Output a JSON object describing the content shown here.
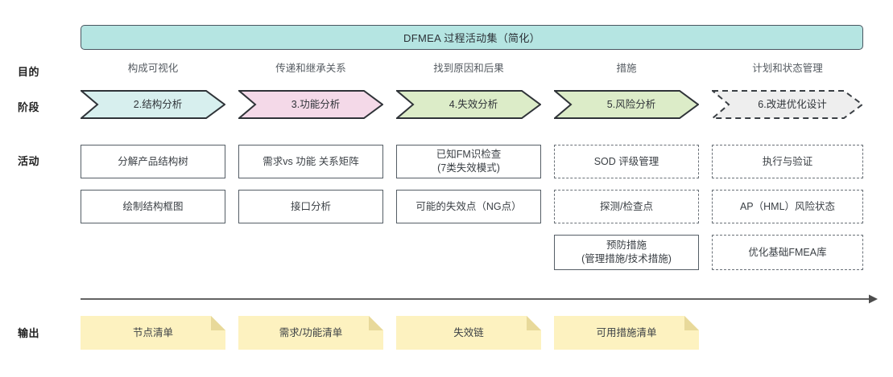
{
  "title": {
    "text": "DFMEA 过程活动集（简化）",
    "fill": "#b5e5e2",
    "stroke": "#4a5560"
  },
  "rows": {
    "purpose_label": "目的",
    "stage_label": "阶段",
    "activity_label": "活动",
    "output_label": "输出"
  },
  "columns": [
    {
      "purpose": "构成可视化",
      "stage": "2.结构分析",
      "stage_fill": "#d7efee",
      "stage_style": "solid",
      "activities": [
        {
          "line1": "分解产品结构树",
          "line2": "",
          "style": "solid"
        },
        {
          "line1": "绘制结构框图",
          "line2": "",
          "style": "solid"
        }
      ]
    },
    {
      "purpose": "传递和继承关系",
      "stage": "3.功能分析",
      "stage_fill": "#f4d9e8",
      "stage_style": "solid",
      "activities": [
        {
          "line1": "需求vs 功能 关系矩阵",
          "line2": "",
          "style": "solid"
        },
        {
          "line1": "接口分析",
          "line2": "",
          "style": "solid"
        }
      ]
    },
    {
      "purpose": "找到原因和后果",
      "stage": "4.失效分析",
      "stage_fill": "#dcecc8",
      "stage_style": "solid",
      "activities": [
        {
          "line1": "已知FM识检查",
          "line2": "(7类失效模式)",
          "style": "solid"
        },
        {
          "line1": "可能的失效点（NG点）",
          "line2": "",
          "style": "solid"
        }
      ]
    },
    {
      "purpose": "措施",
      "stage": "5.风险分析",
      "stage_fill": "#dcecc8",
      "stage_style": "solid",
      "activities": [
        {
          "line1": "SOD 评级管理",
          "line2": "",
          "style": "dashed"
        },
        {
          "line1": "探测/检查点",
          "line2": "",
          "style": "dashed"
        },
        {
          "line1": "预防措施",
          "line2": "(管理措施/技术措施)",
          "style": "solid"
        }
      ]
    },
    {
      "purpose": "计划和状态管理",
      "stage": "6.改进优化设计",
      "stage_fill": "#eeeeee",
      "stage_style": "dashed",
      "activities": [
        {
          "line1": "执行与验证",
          "line2": "",
          "style": "dashed"
        },
        {
          "line1": "AP（HML）风险状态",
          "line2": "",
          "style": "dashed"
        },
        {
          "line1": "优化基础FMEA库",
          "line2": "",
          "style": "dashed"
        }
      ]
    }
  ],
  "outputs": [
    {
      "label": "节点清单"
    },
    {
      "label": "需求/功能清单"
    },
    {
      "label": "失效链"
    },
    {
      "label": "可用措施清单"
    }
  ],
  "colors": {
    "note_fill": "#fdf2c0",
    "note_fold": "#e8d99a",
    "arrow": "#4d4d4d",
    "box_stroke": "#555e66",
    "dashed_stroke": "#6a7178"
  }
}
